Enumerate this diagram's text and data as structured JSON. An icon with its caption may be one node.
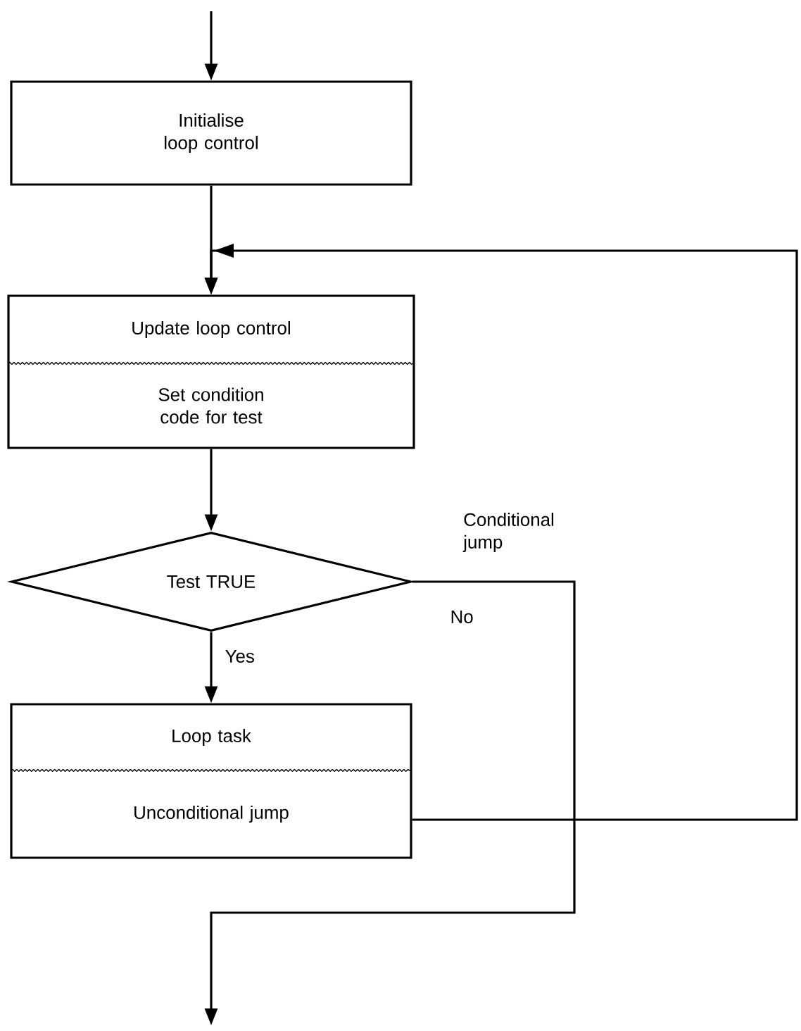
{
  "diagram": {
    "nodes": [
      {
        "text": [
          "Initialise loop control"
        ]
      },
      {
        "text": [
          "Update loop control",
          "Set condition code for test"
        ]
      },
      {
        "text": [
          "Test TRUE"
        ]
      },
      {
        "text": [
          "Loop task",
          "Unconditional jump"
        ]
      }
    ],
    "edges": [
      {
        "from": null,
        "to": 0,
        "arrow": "to"
      },
      {
        "from": 0,
        "to": 1,
        "arrow": "to"
      },
      {
        "from": 1,
        "to": 2,
        "arrow": "to"
      },
      {
        "from": 2,
        "to": 3,
        "arrow": "to",
        "label": "Yes"
      },
      {
        "from": 3,
        "to": 1,
        "arrow": "to"
      },
      {
        "from": 2,
        "to": null,
        "arrow": "to",
        "label": "No"
      }
    ],
    "labels": [
      "Conditional jump"
    ]
  }
}
